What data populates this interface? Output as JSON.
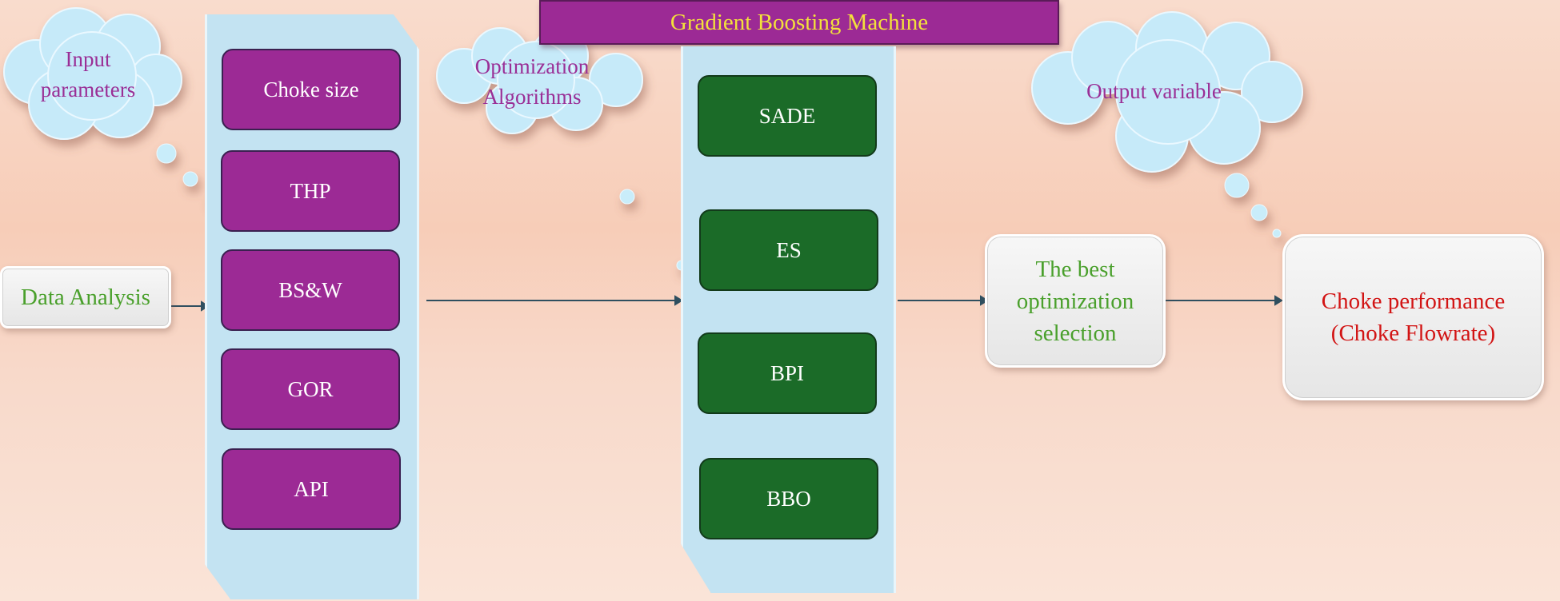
{
  "title": "Gradient Boosting Machine",
  "clouds": {
    "input": [
      "Input",
      "parameters"
    ],
    "optimization": [
      "Optimization",
      "Algorithms"
    ],
    "output": "Output variable"
  },
  "data_analysis": "Data Analysis",
  "input_parameters": [
    "Choke size",
    "THP",
    "BS&W",
    "GOR",
    "API"
  ],
  "algorithms": [
    "SADE",
    "ES",
    "BPI",
    "BBO"
  ],
  "best_selection": [
    "The best",
    "optimization",
    "selection"
  ],
  "output": [
    "Choke performance",
    "(Choke Flowrate)"
  ],
  "colors": {
    "purple": "#9c2a95",
    "green": "#1b6b28",
    "title_text": "#f3e13a",
    "cloud_fill": "#c3e8f8",
    "panel": "#c3e3f2",
    "green_text": "#4aa02c",
    "red_text": "#d21414"
  }
}
